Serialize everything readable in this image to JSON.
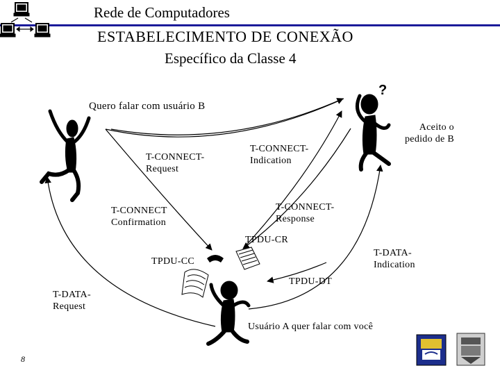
{
  "header": {
    "course": "Rede de Computadores",
    "title": "ESTABELECIMENTO DE CONEXÃO",
    "subtitle": "Específico da Classe 4"
  },
  "labels": {
    "speech_a": "Quero falar com usuário B",
    "speech_b": "Aceito o pedido de B",
    "speech_b_line1": "Aceito o",
    "speech_b_line2": "pedido de B",
    "connect_request_1": "T-CONNECT-",
    "connect_request_2": "Request",
    "connect_indication_1": "T-CONNECT-",
    "connect_indication_2": "Indication",
    "connect_confirmation_1": "T-CONNECT",
    "connect_confirmation_2": "Confirmation",
    "connect_response_1": "T-CONNECT-",
    "connect_response_2": "Response",
    "tpdu_cr": "TPDU-CR",
    "tpdu_cc": "TPDU-CC",
    "tpdu_dt": "TPDU-DT",
    "data_indication_1": "T-DATA-",
    "data_indication_2": "Indication",
    "data_request_1": "T-DATA-",
    "data_request_2": "Request",
    "user_a_says": "Usuário A quer falar com você"
  },
  "footer": {
    "page_number": "8"
  },
  "colors": {
    "accent_line": "#1a1a9a"
  },
  "icons": [
    "network-computers-icon",
    "stick-figure-icon",
    "thinking-figure-icon",
    "central-figure-icon",
    "telephone-icon",
    "papers-icon",
    "university-crest-icon",
    "institute-crest-icon"
  ]
}
